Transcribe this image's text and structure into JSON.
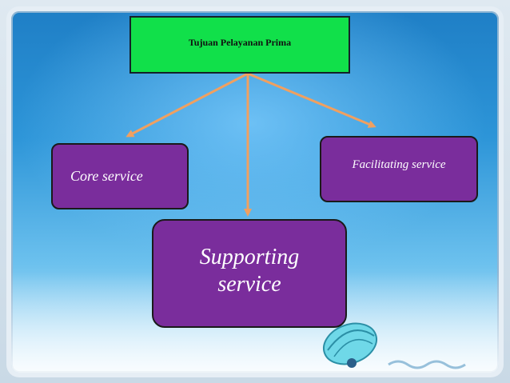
{
  "diagram": {
    "root": {
      "label": "Tujuan Pelayanan Prima"
    },
    "children": [
      {
        "id": "core",
        "label": "Core service"
      },
      {
        "id": "supporting",
        "label": "Supporting service"
      },
      {
        "id": "facilitating",
        "label": "Facilitating service"
      }
    ]
  },
  "colors": {
    "root_fill": "#11e04a",
    "child_fill": "#7a2d9c",
    "arrow": "#f0a060",
    "background": "#2d95d8"
  },
  "decorations": {
    "corner_shape": "shell-icon"
  }
}
